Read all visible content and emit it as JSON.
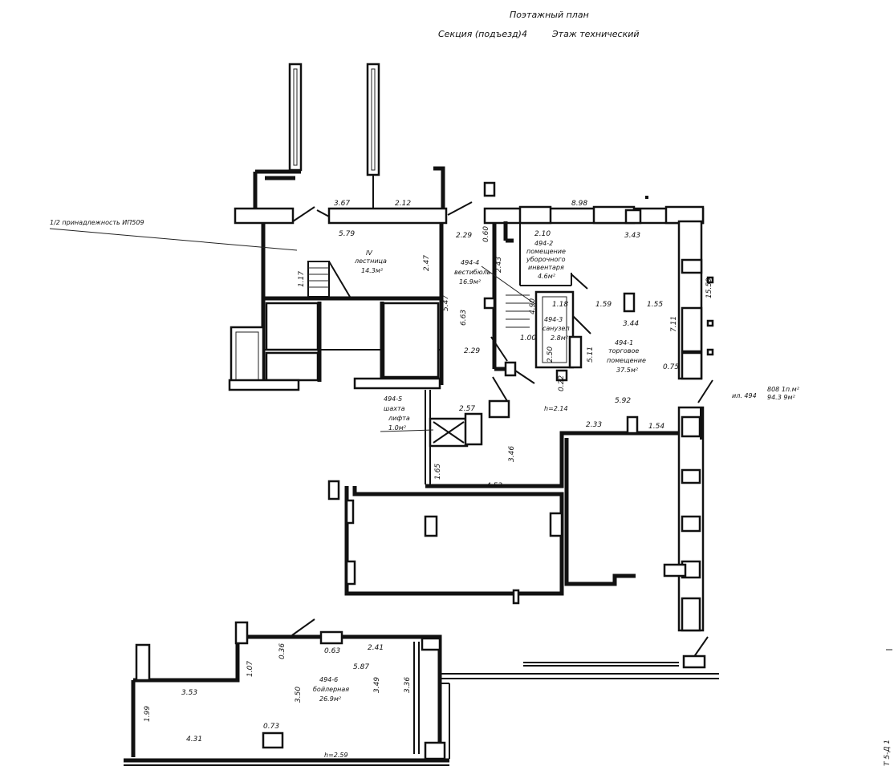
{
  "header": {
    "title": "Поэтажный план",
    "section": "Секция (подъезд)4",
    "floor": "Этаж технический"
  },
  "notes": {
    "ownership": "1/2 принадлежность ИП509",
    "area_total_1": "808 1п.м²",
    "area_total_2": "94.3 9м²",
    "inventory_ref": "ил. 494"
  },
  "rooms": {
    "stair": {
      "num": "IV",
      "name": "лестница",
      "area": "14.3м²"
    },
    "vestibule": {
      "num": "494-4",
      "name": "вестибюль",
      "area": "16.9м²"
    },
    "cleaning": {
      "num": "494-2",
      "name1": "помещение",
      "name2": "уборочного",
      "name3": "инвентаря",
      "area": "4.6м²"
    },
    "wc": {
      "num": "494-3",
      "name": "санузел",
      "area": "2.8м²"
    },
    "trade": {
      "num": "494-1",
      "name1": "торговое",
      "name2": "помещение",
      "area": "37.5м²"
    },
    "lift": {
      "num": "494-5",
      "name1": "шахта",
      "name2": "лифта",
      "area": "1.0м²"
    },
    "boiler": {
      "num": "494-6",
      "name": "бойлерная",
      "area": "26.9м²"
    }
  },
  "heights": {
    "main": "h=2.14",
    "boiler": "h=2.59"
  },
  "dims": {
    "d367": "3.67",
    "d212": "2.12",
    "d579": "5.79",
    "d229a": "2.29",
    "d060": "0.60",
    "d898": "8.98",
    "d210": "2.10",
    "d343": "3.43",
    "d1559": "15.59",
    "d117": "1.17",
    "d247": "2.47",
    "d547": "5.47",
    "d243": "2.43",
    "d663": "6.63",
    "d490": "4.90",
    "d118": "1.18",
    "d159": "1.59",
    "d155": "1.55",
    "d344": "3.44",
    "d711": "7.11",
    "d100": "1.00",
    "d229b": "2.29",
    "d250": "2.50",
    "d511": "5.11",
    "d075": "0.75",
    "d022": "0.22",
    "d592": "5.92",
    "d257": "2.57",
    "d233": "2.33",
    "d154": "1.54",
    "d346": "3.46",
    "d165": "1.65",
    "d453": "4.53",
    "d036": "0.36",
    "d063": "0.63",
    "d241": "2.41",
    "d587": "5.87",
    "d107": "1.07",
    "d353": "3.53",
    "d350": "3.50",
    "d349": "3.49",
    "d336": "3.36",
    "d199": "1.99",
    "d431": "4.31",
    "d073": "0.73"
  },
  "edge_mark": "Т 5-Д 1"
}
